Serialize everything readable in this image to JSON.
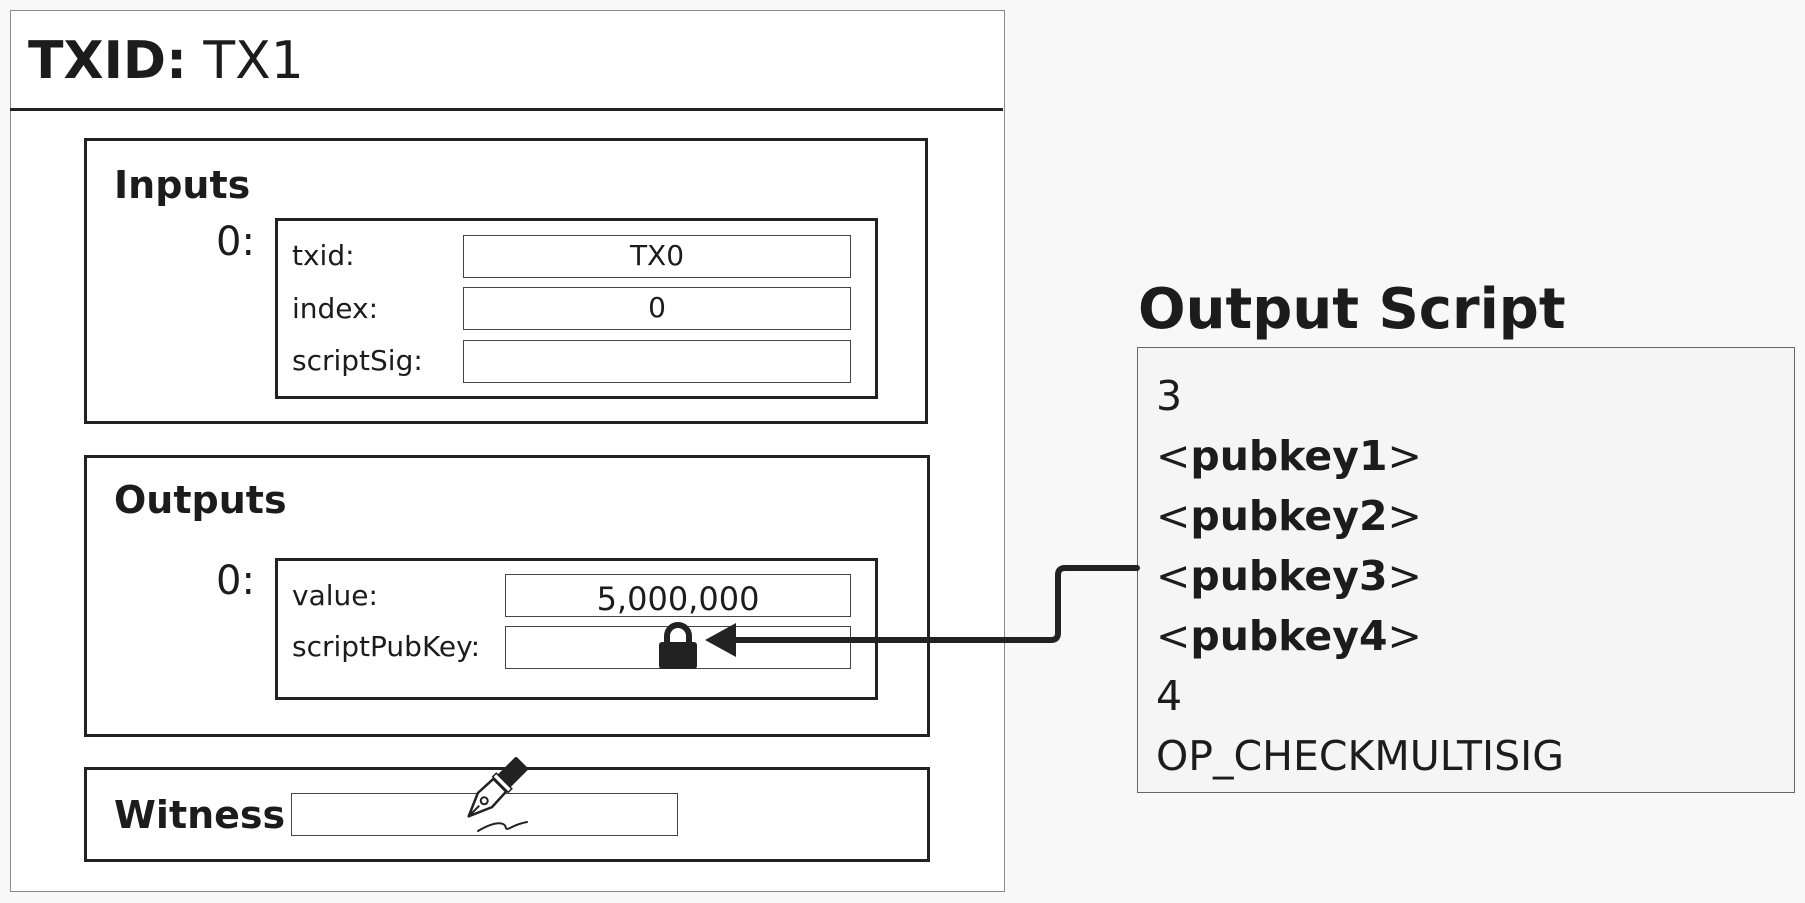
{
  "transaction": {
    "title_label": "TXID:",
    "title_value": "TX1",
    "inputs": {
      "heading": "Inputs",
      "entries": [
        {
          "index_label": "0:",
          "txid_label": "txid:",
          "txid_value": "TX0",
          "index_field_label": "index:",
          "index_value": "0",
          "scriptsig_label": "scriptSig:",
          "scriptsig_value": ""
        }
      ]
    },
    "outputs": {
      "heading": "Outputs",
      "entries": [
        {
          "index_label": "0:",
          "value_label": "value:",
          "value": "5,000,000",
          "scriptpubkey_label": "scriptPubKey:",
          "scriptpubkey_icon": "lock-icon"
        }
      ]
    },
    "witness": {
      "heading": "Witness",
      "icon": "fountain-pen-signature-icon"
    }
  },
  "output_script": {
    "title": "Output Script",
    "lines": [
      {
        "pre": "",
        "bold": "",
        "post": "3"
      },
      {
        "pre": "<",
        "bold": "pubkey1",
        "post": ">"
      },
      {
        "pre": "<",
        "bold": "pubkey2",
        "post": ">"
      },
      {
        "pre": "<",
        "bold": "pubkey3",
        "post": ">"
      },
      {
        "pre": "<",
        "bold": "pubkey4",
        "post": ">"
      },
      {
        "pre": "",
        "bold": "",
        "post": "4"
      },
      {
        "pre": "",
        "bold": "",
        "post": "OP_CHECKMULTISIG"
      }
    ]
  },
  "connector": {
    "from": "output-script-box",
    "to": "scriptpubkey-field",
    "color": "#222222"
  }
}
